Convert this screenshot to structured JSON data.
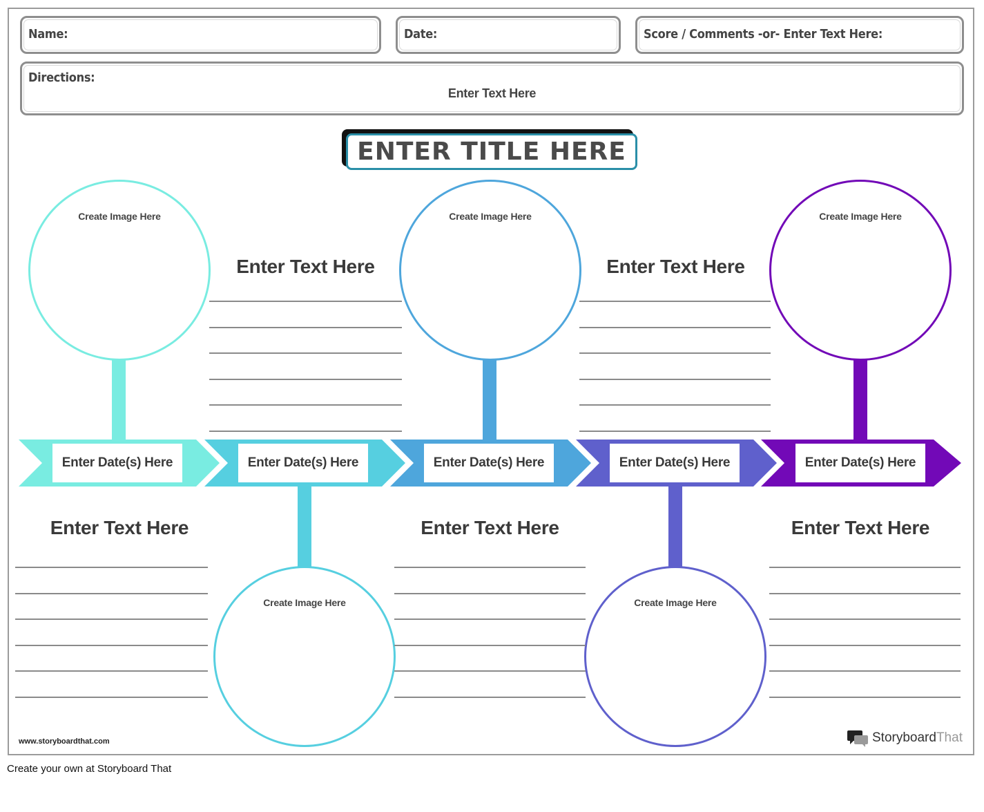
{
  "header": {
    "name_label": "Name:",
    "date_label": "Date:",
    "score_label": "Score / Comments -or- Enter Text Here:",
    "directions_label": "Directions:",
    "directions_text": "Enter Text Here"
  },
  "title": "ENTER TITLE HERE",
  "image_caption": "Create Image Here",
  "timeline": {
    "colors": [
      "#79ece1",
      "#56cfe0",
      "#4ea6dc",
      "#5f60cc",
      "#7209b7"
    ],
    "dates": [
      "Enter Date(s) Here",
      "Enter Date(s) Here",
      "Enter Date(s) Here",
      "Enter Date(s) Here",
      "Enter Date(s) Here"
    ],
    "text_headings": [
      "Enter Text Here",
      "Enter Text Here",
      "Enter Text Here",
      "Enter Text Here",
      "Enter Text Here"
    ]
  },
  "footer": {
    "url": "www.storyboardthat.com",
    "brand_part1": "Storyboard",
    "brand_part2": "That",
    "bottom_note": "Create your own at Storyboard That"
  }
}
